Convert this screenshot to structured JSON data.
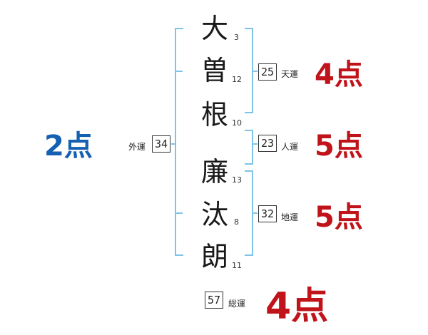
{
  "name_chars": [
    {
      "char": "大",
      "strokes": "3"
    },
    {
      "char": "曽",
      "strokes": "12"
    },
    {
      "char": "根",
      "strokes": "10"
    },
    {
      "char": "廉",
      "strokes": "13"
    },
    {
      "char": "汰",
      "strokes": "8"
    },
    {
      "char": "朗",
      "strokes": "11"
    }
  ],
  "unkaku": {
    "gaiun": {
      "label": "外運",
      "value": "34",
      "score": "2点"
    },
    "tenun": {
      "label": "天運",
      "value": "25",
      "score": "4点"
    },
    "jinun": {
      "label": "人運",
      "value": "23",
      "score": "5点"
    },
    "chiun": {
      "label": "地運",
      "value": "32",
      "score": "5点"
    },
    "souun": {
      "label": "総運",
      "value": "57",
      "score": "4点"
    }
  },
  "colors": {
    "bracket": "#7fc4e8",
    "score_red": "#c0131a",
    "score_blue": "#1560b0"
  }
}
